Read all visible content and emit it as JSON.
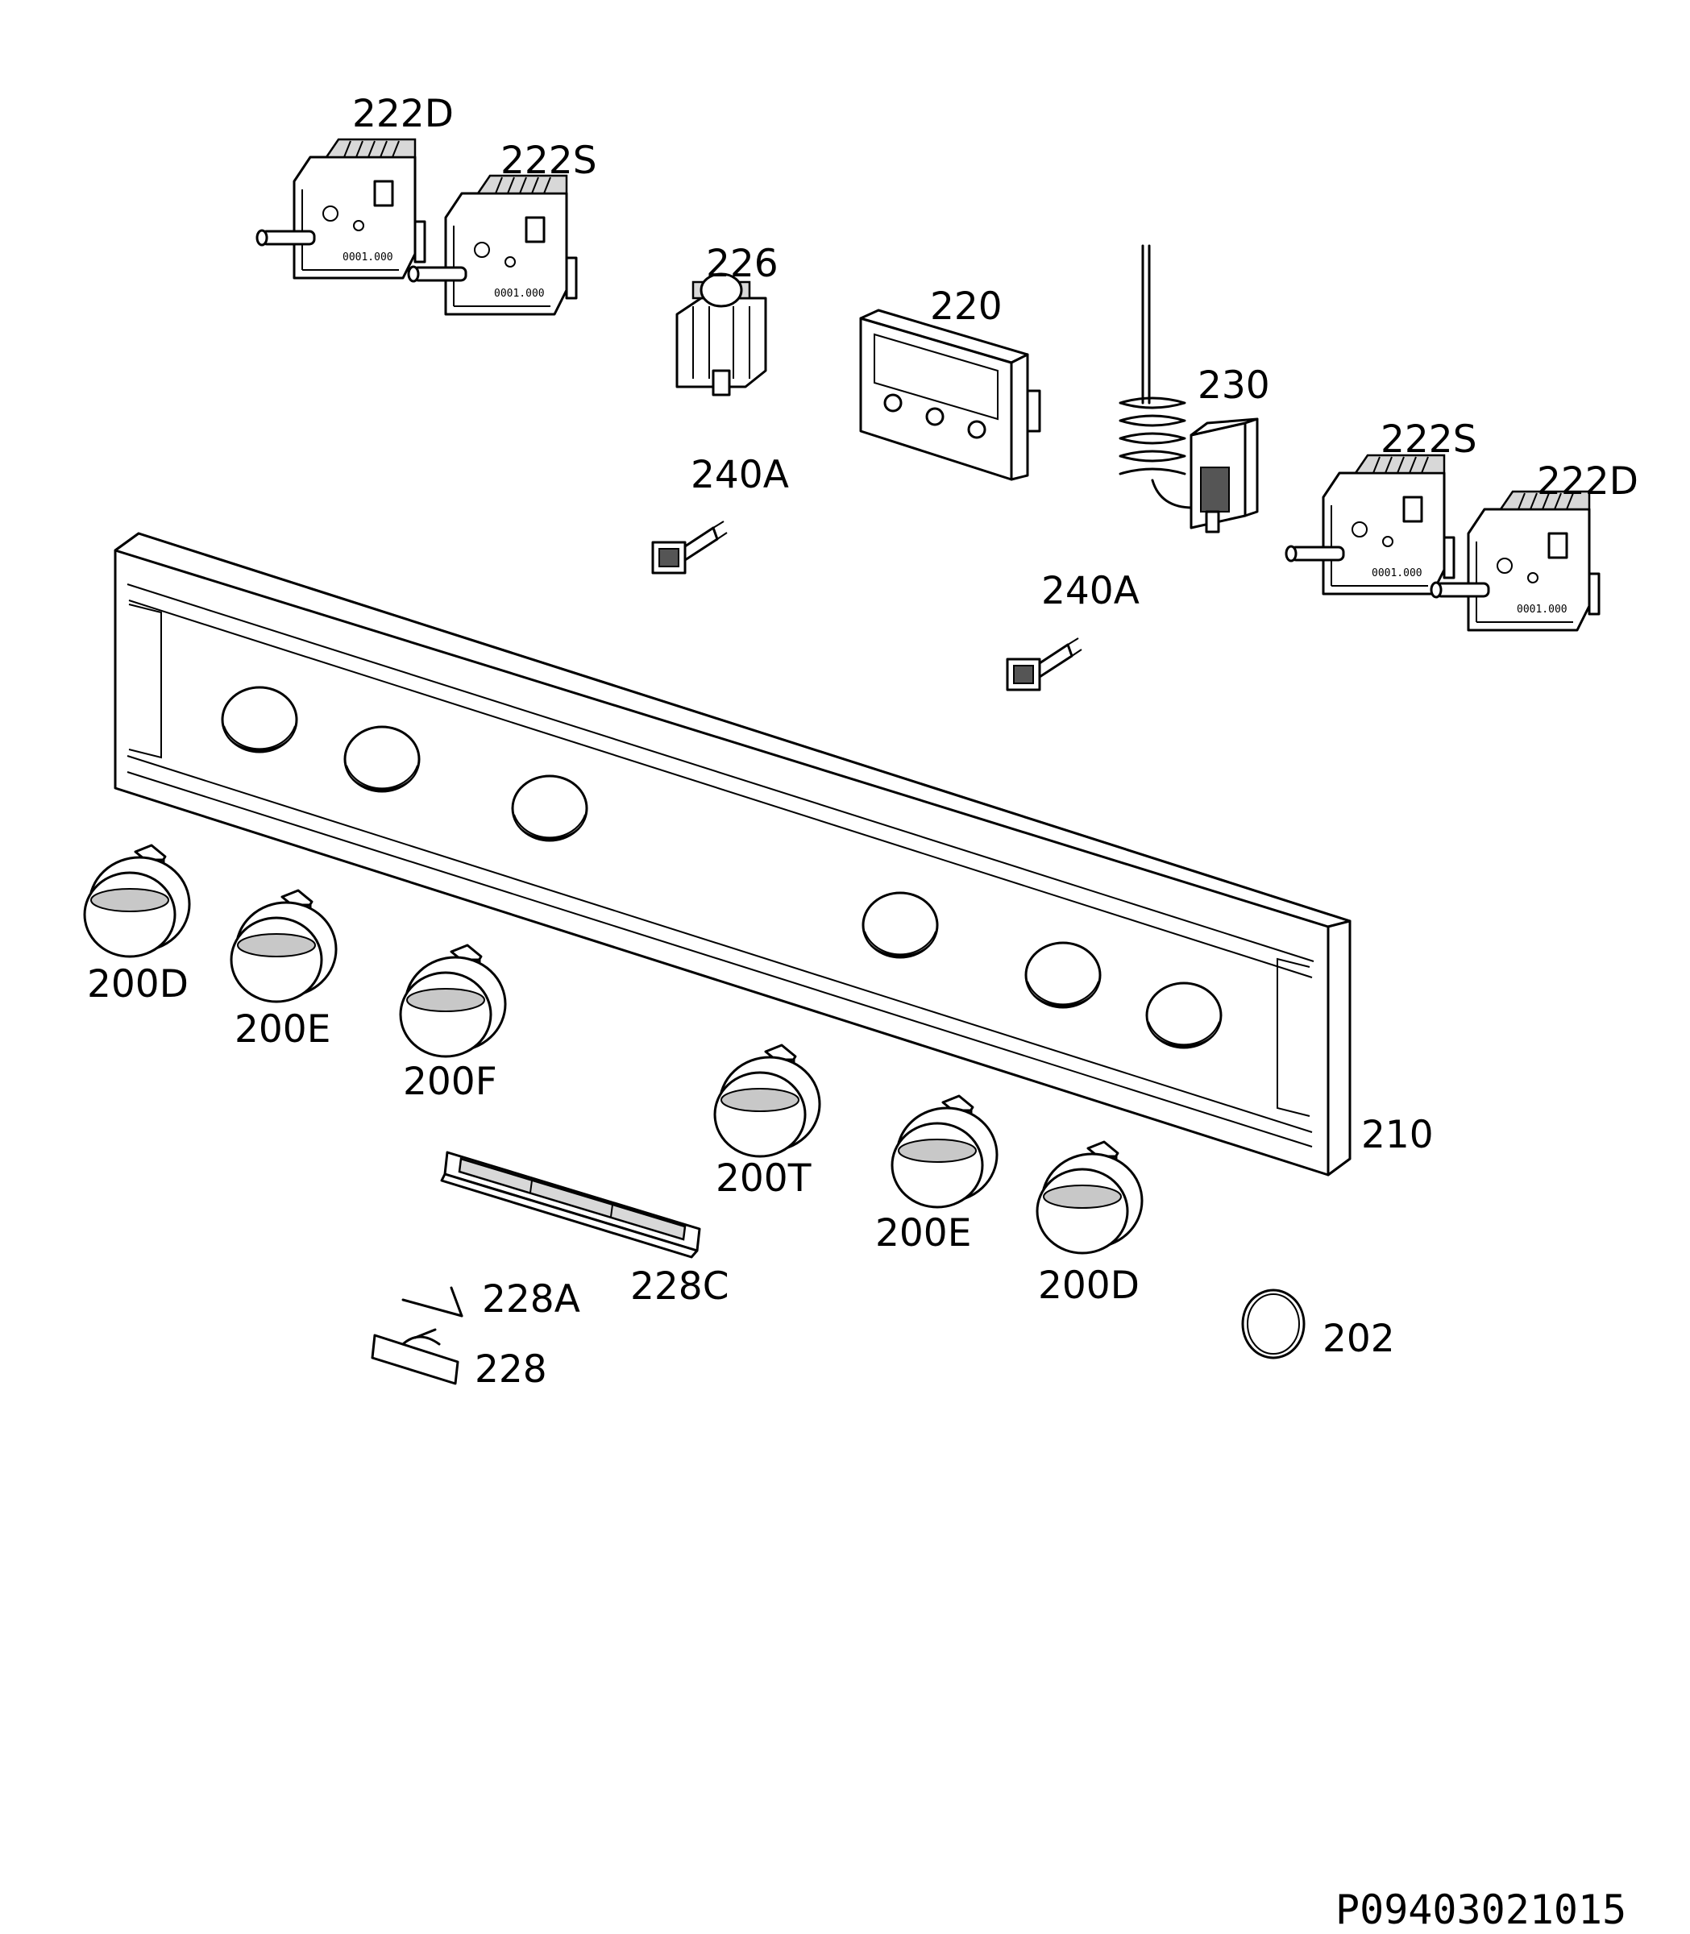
{
  "labels": {
    "p222D_top": "222D",
    "p222S_top": "222S",
    "p226": "226",
    "p220": "220",
    "p230": "230",
    "p222S_right": "222S",
    "p222D_right": "222D",
    "p240A_a": "240A",
    "p240A_b": "240A",
    "p210": "210",
    "p200D_a": "200D",
    "p200E_a": "200E",
    "p200F": "200F",
    "p200T": "200T",
    "p200E_b": "200E",
    "p200D_b": "200D",
    "p228A": "228A",
    "p228C": "228C",
    "p228": "228",
    "p202": "202"
  },
  "drawing_code": "P09403021015"
}
